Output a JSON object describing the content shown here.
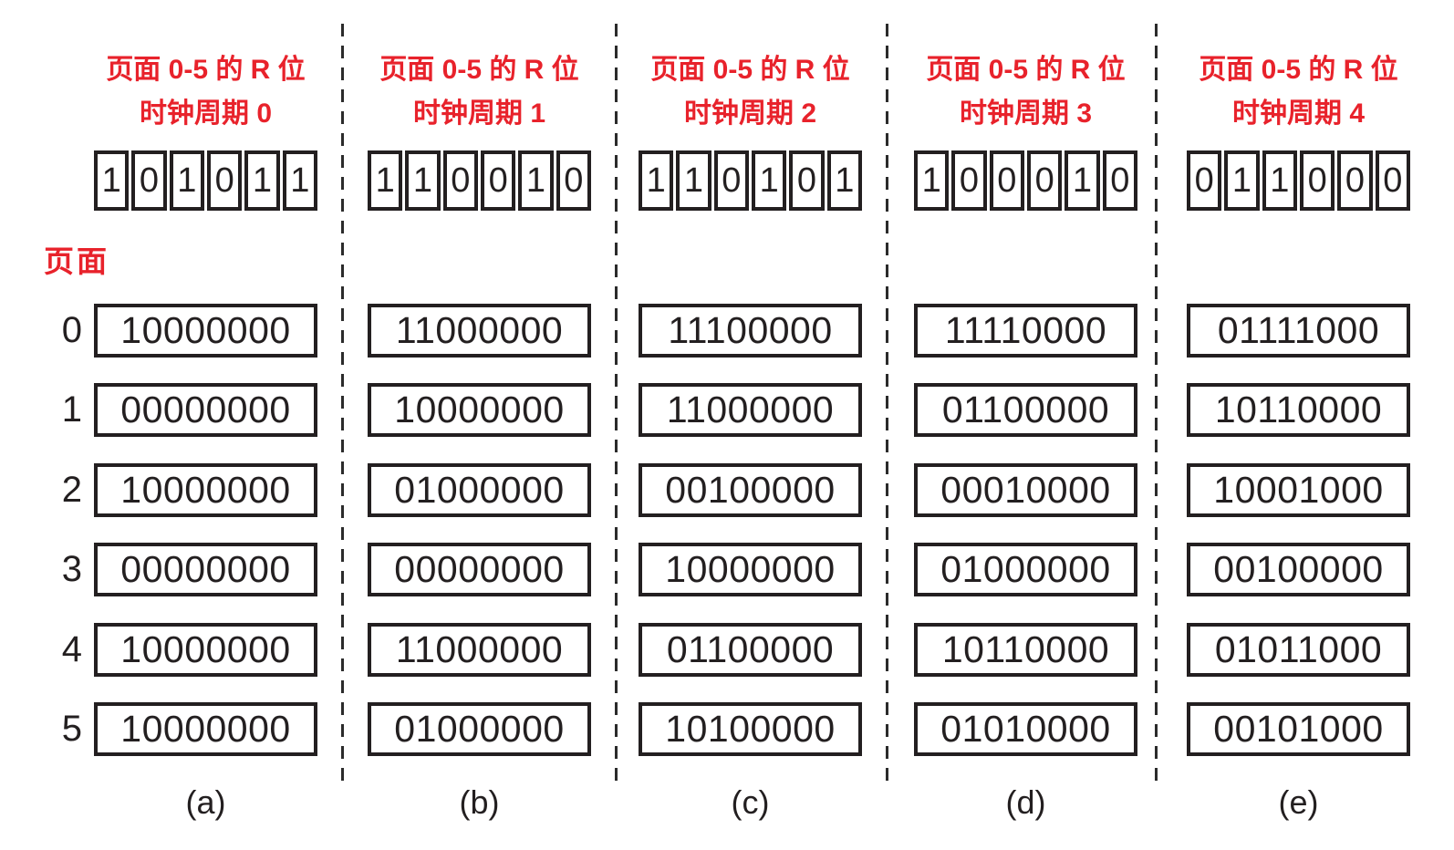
{
  "diagram": {
    "pages_label": "页面",
    "row_numbers": [
      "0",
      "1",
      "2",
      "3",
      "4",
      "5"
    ],
    "colors": {
      "accent_red": "#e8222b",
      "ink": "#231f20"
    },
    "columns": [
      {
        "caption": "(a)",
        "title_line1": "页面 0-5 的 R 位",
        "title_line2": "时钟周期 0",
        "r_bits": [
          "1",
          "0",
          "1",
          "0",
          "1",
          "1"
        ],
        "counters": [
          "10000000",
          "00000000",
          "10000000",
          "00000000",
          "10000000",
          "10000000"
        ]
      },
      {
        "caption": "(b)",
        "title_line1": "页面 0-5 的 R 位",
        "title_line2": "时钟周期 1",
        "r_bits": [
          "1",
          "1",
          "0",
          "0",
          "1",
          "0"
        ],
        "counters": [
          "11000000",
          "10000000",
          "01000000",
          "00000000",
          "11000000",
          "01000000"
        ]
      },
      {
        "caption": "(c)",
        "title_line1": "页面 0-5 的 R 位",
        "title_line2": "时钟周期 2",
        "r_bits": [
          "1",
          "1",
          "0",
          "1",
          "0",
          "1"
        ],
        "counters": [
          "11100000",
          "11000000",
          "00100000",
          "10000000",
          "01100000",
          "10100000"
        ]
      },
      {
        "caption": "(d)",
        "title_line1": "页面 0-5 的 R 位",
        "title_line2": "时钟周期 3",
        "r_bits": [
          "1",
          "0",
          "0",
          "0",
          "1",
          "0"
        ],
        "counters": [
          "11110000",
          "01100000",
          "00010000",
          "01000000",
          "10110000",
          "01010000"
        ]
      },
      {
        "caption": "(e)",
        "title_line1": "页面 0-5 的 R 位",
        "title_line2": "时钟周期 4",
        "r_bits": [
          "0",
          "1",
          "1",
          "0",
          "0",
          "0"
        ],
        "counters": [
          "01111000",
          "10110000",
          "10001000",
          "00100000",
          "01011000",
          "00101000"
        ]
      }
    ]
  }
}
